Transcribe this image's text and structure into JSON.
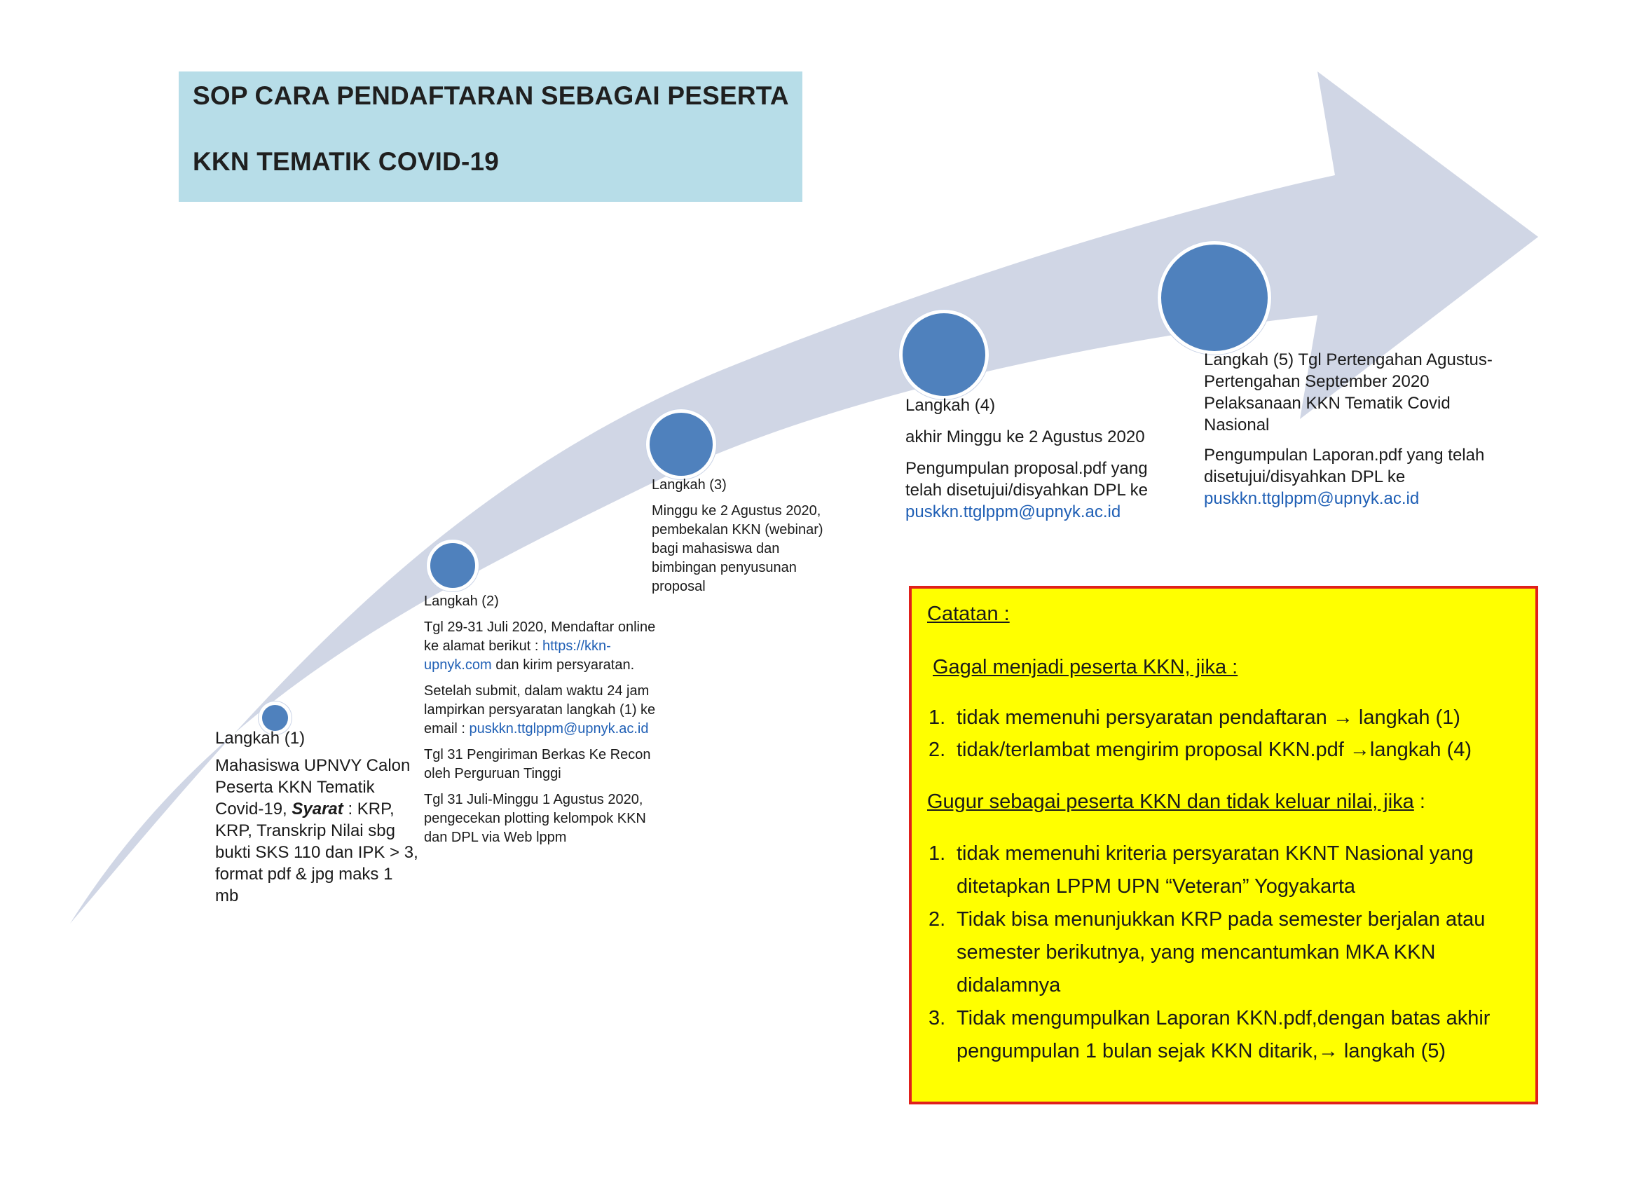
{
  "title": {
    "line1": "SOP CARA PENDAFTARAN SEBAGAI PESERTA",
    "line2": "KKN TEMATIK COVID-19"
  },
  "colors": {
    "arrow": "#d0d6e5",
    "circle": "#4f81bd",
    "title_bg": "#b7dde8",
    "note_bg": "#ffff00",
    "note_border": "#e0201b",
    "link": "#1f5fb5"
  },
  "steps": [
    {
      "label": "Langkah (1)",
      "lines": [
        "Mahasiswa UPNVY Calon",
        "Peserta KKN Tematik"
      ],
      "line3_pre": "Covid-19, ",
      "line3_bold": "Syarat",
      "line3_post": " : KRP,",
      "lines_rest": [
        "KRP, Transkrip Nilai sbg",
        "bukti SKS 110 dan IPK > 3,",
        "format pdf & jpg maks 1",
        "mb"
      ]
    },
    {
      "label": "Langkah (2)",
      "p1_line1": "Tgl 29-31 Juli 2020, Mendaftar online",
      "p1_line2_pre": "ke alamat berikut : ",
      "p1_link_a": "https://kkn-",
      "p1_link_b": "upnyk.com",
      "p1_line3_post": " dan kirim persyaratan.",
      "p2_lines": [
        "Setelah submit, dalam waktu 24 jam",
        "lampirkan persyaratan langkah  (1) ke"
      ],
      "p2_line3_pre": "email : ",
      "p2_link": "puskkn.ttglppm@upnyk.ac.id",
      "p3_lines": [
        "Tgl 31 Pengiriman Berkas Ke Recon",
        "oleh Perguruan Tinggi"
      ],
      "p4_lines": [
        "Tgl 31 Juli-Minggu 1 Agustus 2020,",
        "pengecekan plotting kelompok KKN",
        "dan DPL via Web lppm"
      ]
    },
    {
      "label": "Langkah (3)",
      "lines": [
        "Minggu ke 2 Agustus 2020,",
        "pembekalan KKN  (webinar)",
        "bagi mahasiswa dan",
        "bimbingan penyusunan",
        "proposal"
      ]
    },
    {
      "label": "Langkah (4)",
      "date": "akhir Minggu ke 2 Agustus 2020",
      "lines": [
        "Pengumpulan proposal.pdf yang",
        "telah disetujui/disyahkan DPL ke"
      ],
      "link": "puskkn.ttglppm@upnyk.ac.id"
    },
    {
      "label": "Langkah (5) Tgl Pertengahan Agustus-",
      "lines": [
        "Pertengahan September 2020",
        "Pelaksanaan KKN Tematik Covid",
        "Nasional"
      ],
      "lines2": [
        "Pengumpulan Laporan.pdf yang telah",
        "disetujui/disyahkan DPL ke"
      ],
      "link": "puskkn.ttglppm@upnyk.ac.id"
    }
  ],
  "note": {
    "heading": "Catatan :",
    "section1_title": "Gagal menjadi peserta KKN, jika :",
    "section1_items": [
      {
        "num": "1.",
        "text": "tidak memenuhi persyaratan pendaftaran → langkah  (1)"
      },
      {
        "num": "2.",
        "text": "tidak/terlambat mengirim proposal KKN.pdf →langkah (4)"
      }
    ],
    "section2_title": "Gugur sebagai peserta KKN dan tidak keluar nilai, jika",
    "section2_suffix": " :",
    "section2_items": [
      {
        "num": "1.",
        "lines": [
          "tidak memenuhi kriteria persyaratan KKNT Nasional yang",
          "ditetapkan LPPM UPN “Veteran” Yogyakarta"
        ]
      },
      {
        "num": "2.",
        "lines": [
          "Tidak bisa menunjukkan KRP pada semester berjalan atau",
          "semester berikutnya, yang mencantumkan MKA KKN",
          "didalamnya"
        ]
      },
      {
        "num": "3.",
        "lines": [
          "Tidak mengumpulkan Laporan KKN.pdf,dengan  batas akhir",
          "pengumpulan 1 bulan sejak KKN ditarik,→ langkah (5)"
        ]
      }
    ]
  }
}
